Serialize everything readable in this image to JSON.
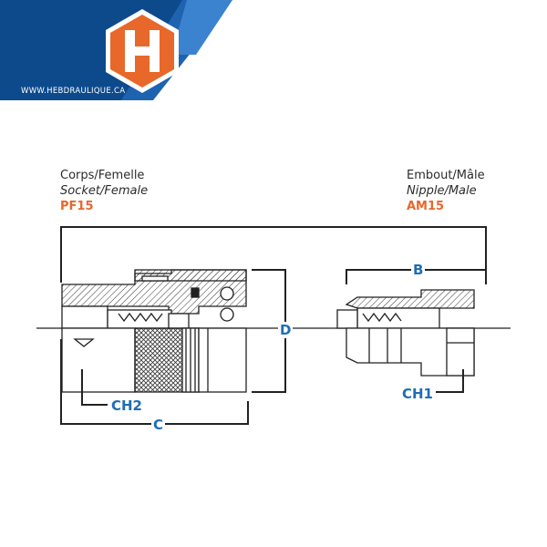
{
  "brand": {
    "logo_letter": "H",
    "url": "WWW.HEBDRAULIQUE.CA",
    "colors": {
      "blue_dark": "#0d4a8c",
      "blue_mid": "#1e63b0",
      "orange": "#e8672a",
      "dim_blue": "#1f6db4"
    }
  },
  "socket": {
    "label_fr": "Corps/Femelle",
    "label_en": "Socket/Female",
    "code": "PF15"
  },
  "nipple": {
    "label_fr": "Embout/Mâle",
    "label_en": "Nipple/Male",
    "code": "AM15"
  },
  "dimensions": {
    "b": "B",
    "c": "C",
    "d": "D",
    "ch1": "CH1",
    "ch2": "CH2"
  }
}
